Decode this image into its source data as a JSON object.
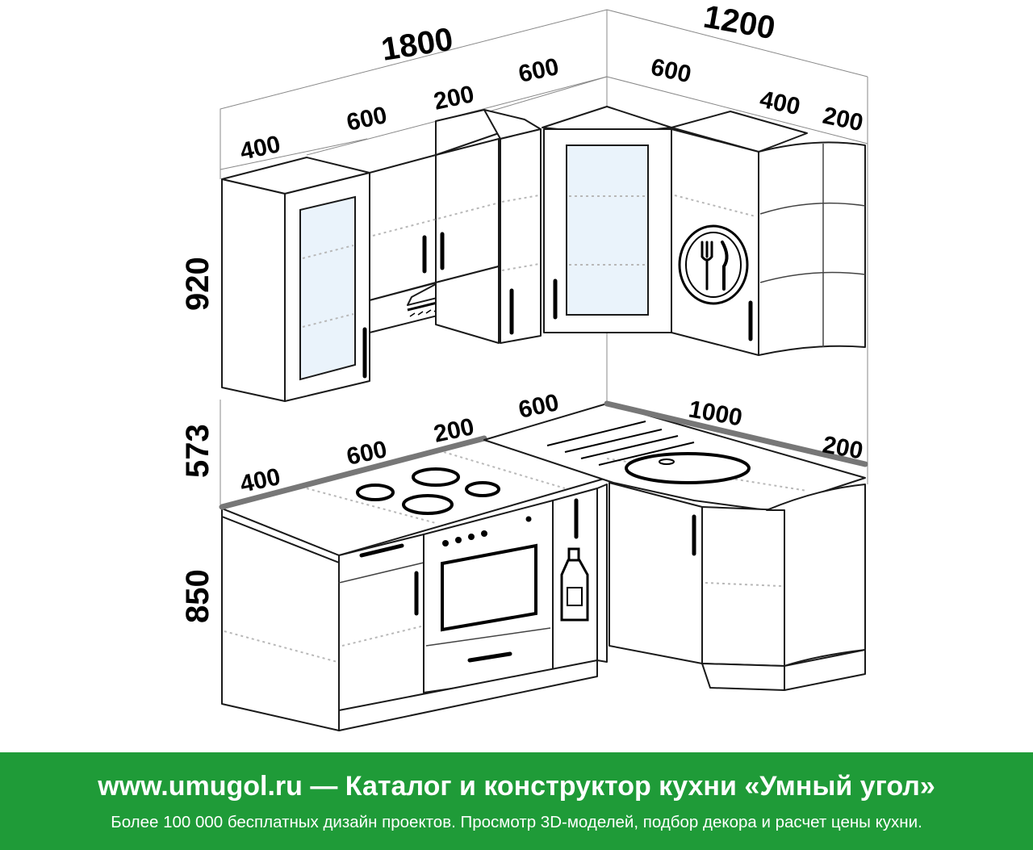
{
  "dimensions": {
    "upper_total_left": "1800",
    "upper_total_right": "1200",
    "upper_seg_1": "400",
    "upper_seg_2": "600",
    "upper_seg_3": "200",
    "upper_seg_4": "600",
    "upper_seg_5": "600",
    "upper_seg_6": "400",
    "upper_seg_7": "200",
    "lower_seg_1": "400",
    "lower_seg_2": "600",
    "lower_seg_3": "200",
    "lower_seg_4": "600",
    "lower_seg_5": "1000",
    "lower_seg_6": "200",
    "height_upper": "920",
    "height_gap": "573",
    "height_lower": "850"
  },
  "footer": {
    "title": "www.umugol.ru — Каталог и конструктор кухни «Умный угол»",
    "subtitle": "Более 100 000 бесплатных дизайн проектов. Просмотр 3D-моделей, подбор декора и расчет цены кухни."
  },
  "icons": [
    "cutlery-plate-icon",
    "bottle-icon",
    "hood-icon",
    "cooktop-icon",
    "oven-icon",
    "sink-icon"
  ],
  "colors": {
    "footer_bg": "#1f9b38",
    "footer_text": "#ffffff",
    "glass": "#eaf3fb"
  }
}
